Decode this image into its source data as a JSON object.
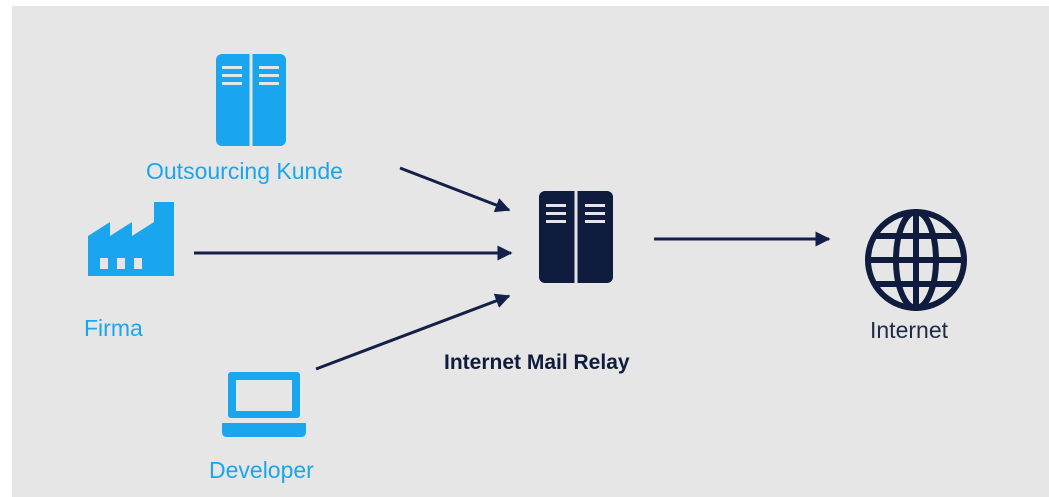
{
  "nodes": {
    "outsourcing": {
      "label": "Outsourcing Kunde",
      "icon": "server-icon"
    },
    "firma": {
      "label": "Firma",
      "icon": "factory-icon"
    },
    "developer": {
      "label": "Developer",
      "icon": "laptop-icon"
    },
    "relay": {
      "label": "Internet Mail Relay",
      "icon": "server-icon"
    },
    "internet": {
      "label": "Internet",
      "icon": "globe-icon"
    }
  },
  "edges": [
    {
      "from": "Outsourcing Kunde",
      "to": "Internet Mail Relay"
    },
    {
      "from": "Firma",
      "to": "Internet Mail Relay"
    },
    {
      "from": "Developer",
      "to": "Internet Mail Relay"
    },
    {
      "from": "Internet Mail Relay",
      "to": "Internet"
    }
  ],
  "colors": {
    "background": "#e6e6e6",
    "source_accent": "#1aa6ee",
    "dark_navy": "#0f1c3d",
    "arrow": "#14204a"
  }
}
